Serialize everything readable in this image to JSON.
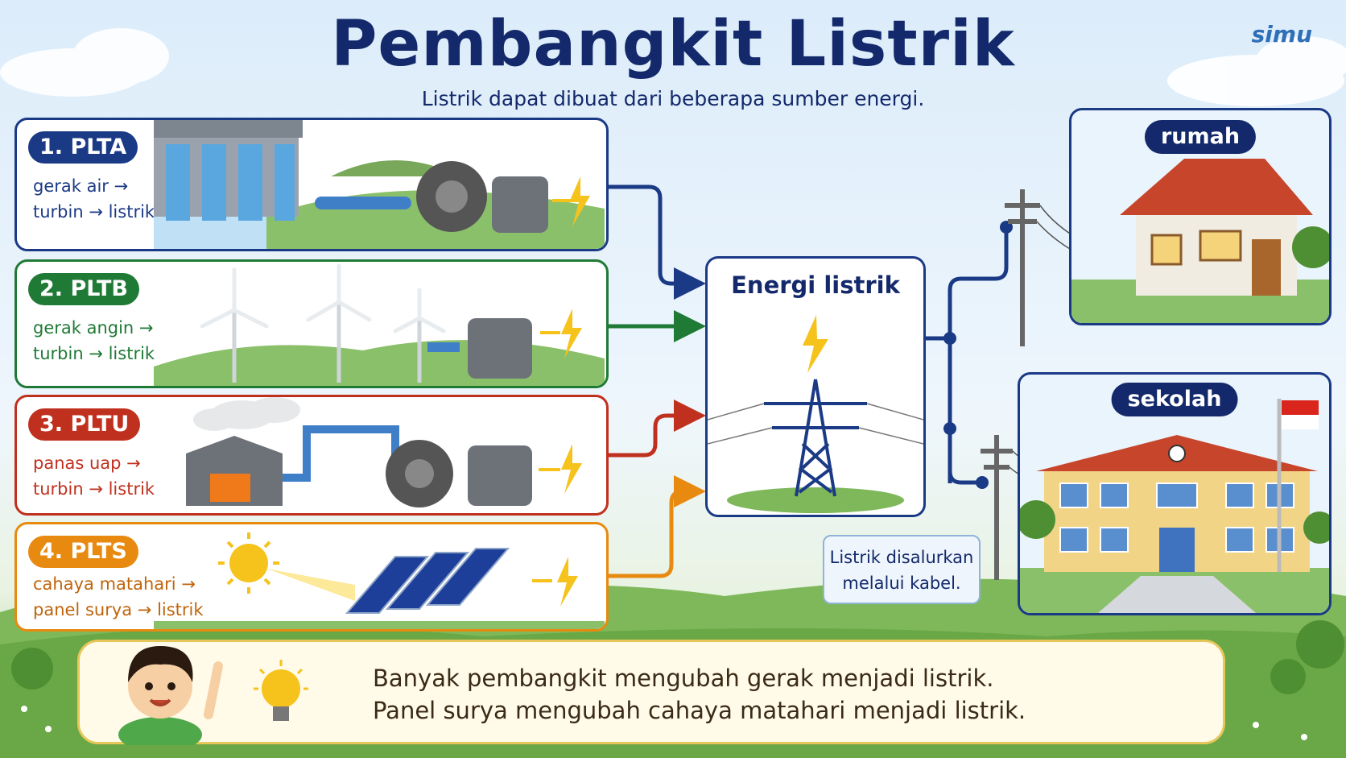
{
  "title": "Pembangkit Listrik",
  "subtitle": "Listrik dapat dibuat dari beberapa sumber energi.",
  "logo": "simu",
  "plants": [
    {
      "badge": "1. PLTA",
      "line1": "gerak air →",
      "line2": "turbin → listrik",
      "color": "#1b3a86",
      "icon": "water-dam"
    },
    {
      "badge": "2. PLTB",
      "line1": "gerak angin →",
      "line2": "turbin → listrik",
      "color": "#1f7a36",
      "icon": "wind-turbine"
    },
    {
      "badge": "3. PLTU",
      "line1": "panas uap →",
      "line2": "turbin → listrik",
      "color": "#c0301e",
      "icon": "steam-factory"
    },
    {
      "badge": "4. PLTS",
      "line1": "cahaya matahari →",
      "line2": "panel surya → listrik",
      "color": "#e88a10",
      "icon": "solar-panel"
    }
  ],
  "center": {
    "title": "Energi listrik",
    "icon": "transmission-tower"
  },
  "destinations": [
    {
      "label": "rumah",
      "icon": "house"
    },
    {
      "label": "sekolah",
      "icon": "school"
    }
  ],
  "note": {
    "line1": "Listrik disalurkan",
    "line2": "melalui kabel."
  },
  "tips": {
    "line1": "Banyak pembangkit mengubah gerak menjadi listrik.",
    "line2": "Panel surya mengubah cahaya matahari menjadi listrik."
  },
  "colors": {
    "navy": "#13296b",
    "blue": "#1b3a86",
    "green": "#1f7a36",
    "red": "#c0301e",
    "orange": "#e88a10",
    "yellow": "#f6c21c"
  }
}
